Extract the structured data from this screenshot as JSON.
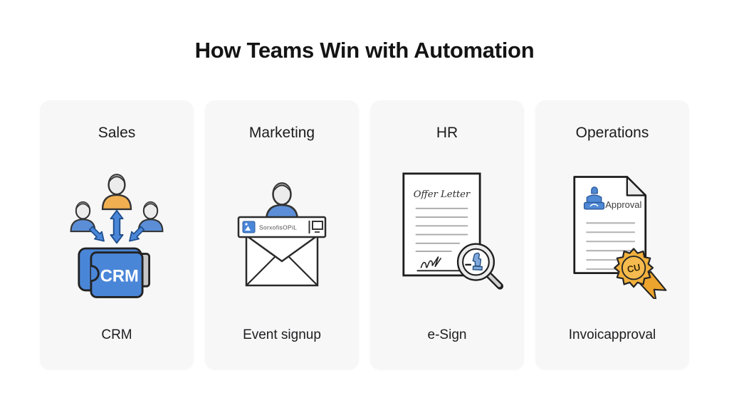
{
  "page": {
    "title": "How Teams Win with Automation",
    "background_color": "#ffffff"
  },
  "colors": {
    "card_background": "#f7f7f8",
    "text": "#1c1c1e",
    "secondary_text": "#4f4f4f",
    "accent_blue": "#4a86d8",
    "shirt_blue": "#5b8ed6",
    "shirt_orange": "#f0b052",
    "badge_gold": "#f2b13c",
    "outline_dark": "#222222",
    "doc_line_gray": "#a9a9a9"
  },
  "cards": [
    {
      "id": "sales",
      "title": "Sales",
      "caption": "CRM",
      "icon": "crm-sync-icon",
      "icon_text": "CRM"
    },
    {
      "id": "marketing",
      "title": "Marketing",
      "caption": "Event signup",
      "icon": "event-signup-email-icon",
      "form_text": "SorxofisOPiL"
    },
    {
      "id": "hr",
      "title": "HR",
      "caption": "e-Sign",
      "icon": "offer-letter-esign-icon",
      "doc_heading": "Offer Letter"
    },
    {
      "id": "operations",
      "title": "Operations",
      "caption": "Invoicapproval",
      "icon": "invoice-approval-icon",
      "doc_label": "Approval",
      "badge_text": "CU"
    }
  ]
}
